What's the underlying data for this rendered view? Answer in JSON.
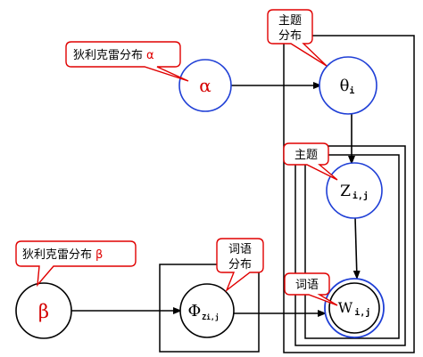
{
  "callouts": {
    "alpha_prior": {
      "text": "狄利克雷分布",
      "accent": "α"
    },
    "beta_prior": {
      "text": "狄利克雷分布",
      "accent": "β"
    },
    "topic_dist": {
      "line1": "主题",
      "line2": "分布"
    },
    "topic": {
      "line1": "主题"
    },
    "word_dist": {
      "line1": "词语",
      "line2": "分布"
    },
    "word": {
      "line1": "词语"
    }
  },
  "nodes": {
    "alpha": {
      "symbol": "α"
    },
    "beta": {
      "symbol": "β"
    },
    "theta": {
      "symbol": "θ",
      "sub": "i"
    },
    "z": {
      "symbol": "Z",
      "sub": "i,j"
    },
    "phi": {
      "symbol": "Φ",
      "sub": "Zi,j"
    },
    "w": {
      "symbol": "W",
      "sub": "i,j"
    }
  },
  "colors": {
    "callout_border": "#e00000",
    "node_blue": "#1f3fd6",
    "greek_red": "#d40000",
    "plate": "#000000"
  }
}
